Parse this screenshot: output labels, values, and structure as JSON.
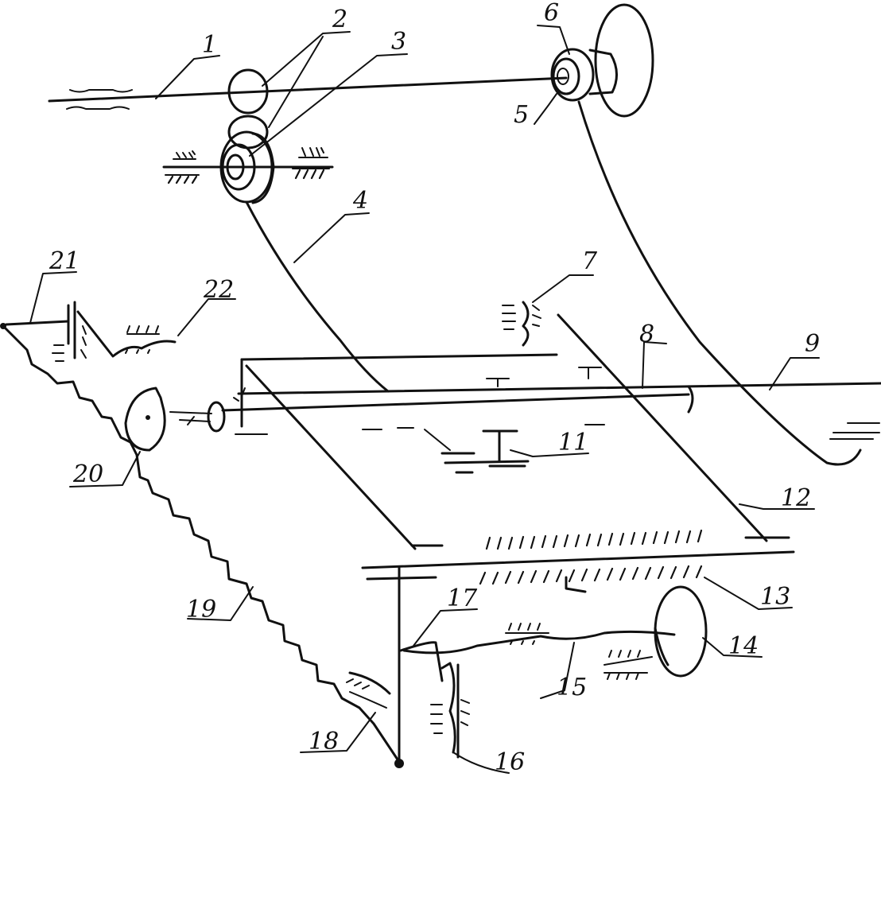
{
  "labels": {
    "l1": "1",
    "l2": "2",
    "l3": "3",
    "l4": "4",
    "l5": "5",
    "l6": "6",
    "l7": "7",
    "l8": "8",
    "l9": "9",
    "l11": "11",
    "l12": "12",
    "l13": "13",
    "l14": "14",
    "l15": "15",
    "l16": "16",
    "l17": "17",
    "l18": "18",
    "l19": "19",
    "l20": "20",
    "l21": "21",
    "l22": "22"
  }
}
